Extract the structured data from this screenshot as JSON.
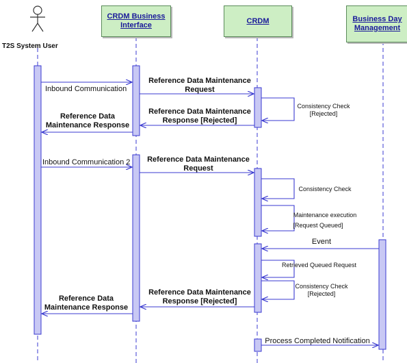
{
  "actor": {
    "name": "T2S System User",
    "icon": "stick-figure-icon"
  },
  "participants": [
    {
      "id": "crdm-business-interface",
      "label": "CRDM Business\nInterface"
    },
    {
      "id": "crdm",
      "label": "CRDM"
    },
    {
      "id": "business-day-management",
      "label": "Business Day\nManagement"
    }
  ],
  "messages": {
    "inbound_1": "Inbound Communication",
    "ref_request_1": "Reference Data Maintenance\nRequest",
    "consistency_rejected_1": "Consistency Check\n[Rejected]",
    "ref_rejected_1": "Reference Data Maintenance\nResponse [Rejected]",
    "ref_response_1": "Reference Data\nMaintenance Response",
    "inbound_2": "Inbound Communication 2",
    "ref_request_2": "Reference Data Maintenance\nRequest",
    "consistency_check": "Consistency Check",
    "maintenance_execution": "Maintenance execution",
    "request_queued": "[Request Queued]",
    "event": "Event",
    "retrieved_queued": "Retrieved Queued Request",
    "consistency_rejected_2": "Consistency Check\n[Rejected]",
    "ref_rejected_2": "Reference Data Maintenance\nResponse [Rejected]",
    "ref_response_2": "Reference Data\nMaintenance Response",
    "process_completed": "Process Completed Notification"
  },
  "colors": {
    "participant_fill": "#cdeec4",
    "participant_text": "#1a1a9a",
    "activation_fill": "#c8c8f4",
    "line": "#3a3ad0"
  }
}
